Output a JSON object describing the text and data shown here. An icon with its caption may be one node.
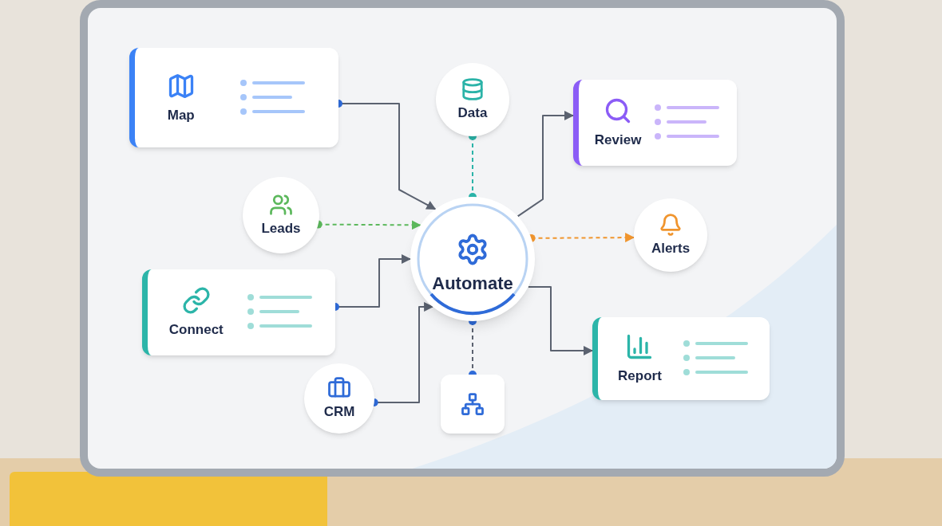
{
  "diagram": {
    "nodes": [
      {
        "text": [
          "Map"
        ]
      },
      {
        "text": [
          "Data"
        ]
      },
      {
        "text": [
          "Review"
        ]
      },
      {
        "text": [
          "Leads"
        ]
      },
      {
        "text": [
          "Automate"
        ]
      },
      {
        "text": [
          "Alerts"
        ]
      },
      {
        "text": [
          "Connect"
        ]
      },
      {
        "text": [
          "Report"
        ]
      },
      {
        "text": [
          "CRM"
        ]
      },
      {
        "text": [],
        "shape": "box"
      }
    ],
    "edges": [
      {
        "from": 0,
        "to": 4,
        "arrow": "to"
      },
      {
        "from": 1,
        "to": 4,
        "arrow": "other",
        "style": "dashed",
        "color": "#2bb3a8"
      },
      {
        "from": 4,
        "to": 2,
        "arrow": "to"
      },
      {
        "from": 3,
        "to": 4,
        "arrow": "to",
        "style": "dashed",
        "color": "#5cb85c"
      },
      {
        "from": 4,
        "to": 5,
        "arrow": "to",
        "style": "dashed",
        "color": "#f0952e"
      },
      {
        "from": 6,
        "to": 4,
        "arrow": "to"
      },
      {
        "from": 4,
        "to": 7,
        "arrow": "to"
      },
      {
        "from": 8,
        "to": 4,
        "arrow": "to"
      },
      {
        "from": 4,
        "to": 9,
        "arrow": "other",
        "style": "dashed"
      }
    ]
  }
}
